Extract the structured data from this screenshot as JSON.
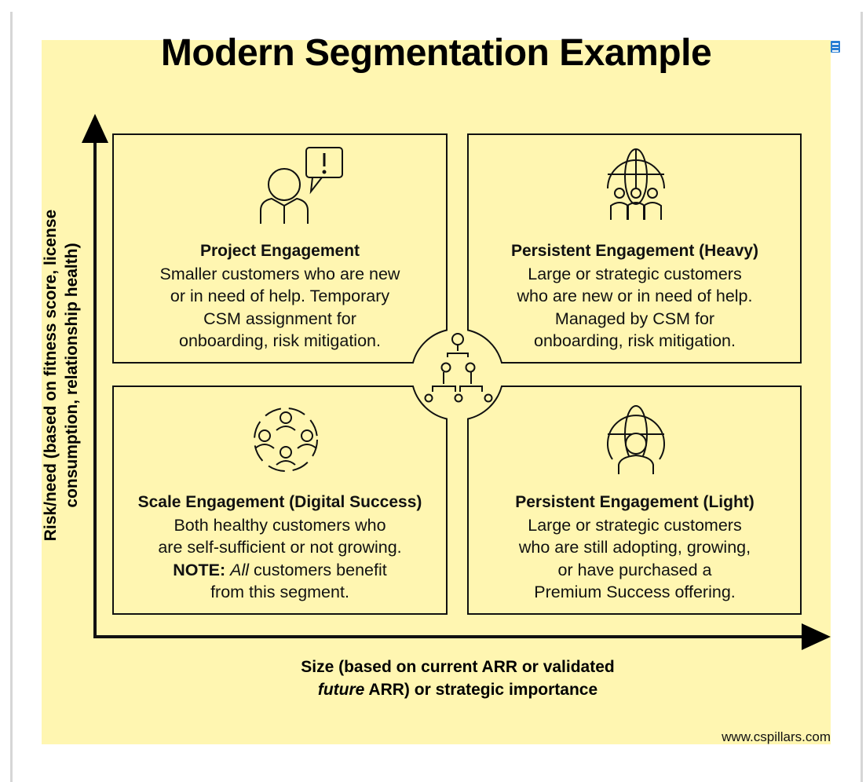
{
  "title": "Modern Segmentation Example",
  "y_axis_label": [
    "Risk/need (based on fitness score, license",
    "consumption, relationship health)"
  ],
  "x_axis_label": {
    "line1": "Size (based on current ARR or validated",
    "line2_italic": "future",
    "line2_rest": " ARR) or strategic importance"
  },
  "quadrants": [
    {
      "heading": "Project Engagement",
      "lines": [
        "Smaller customers who are new",
        "or in need of help. Temporary",
        "CSM assignment for",
        "onboarding, risk mitigation."
      ],
      "icon": "person-alert-icon"
    },
    {
      "heading": "Persistent Engagement (Heavy)",
      "lines": [
        "Large or strategic customers",
        "who are new or in need of help.",
        "Managed by CSM for",
        "onboarding, risk mitigation."
      ],
      "icon": "globe-group-icon"
    },
    {
      "heading": "Scale Engagement (Digital Success)",
      "lines": [
        "Both healthy customers who",
        "are self-sufficient or not growing."
      ],
      "note_label": "NOTE:",
      "note_italic": "All",
      "note_rest": " customers benefit",
      "last_line": "from this segment.",
      "icon": "community-circle-icon"
    },
    {
      "heading": "Persistent Engagement (Light)",
      "lines": [
        "Large or strategic customers",
        "who are still adopting, growing,",
        "or have purchased a",
        "Premium Success offering."
      ],
      "icon": "globe-person-icon"
    }
  ],
  "center_icon": "hierarchy-icon",
  "source": "www.cspillars.com",
  "colors": {
    "background": "#fff6b1",
    "ink": "#000000"
  }
}
